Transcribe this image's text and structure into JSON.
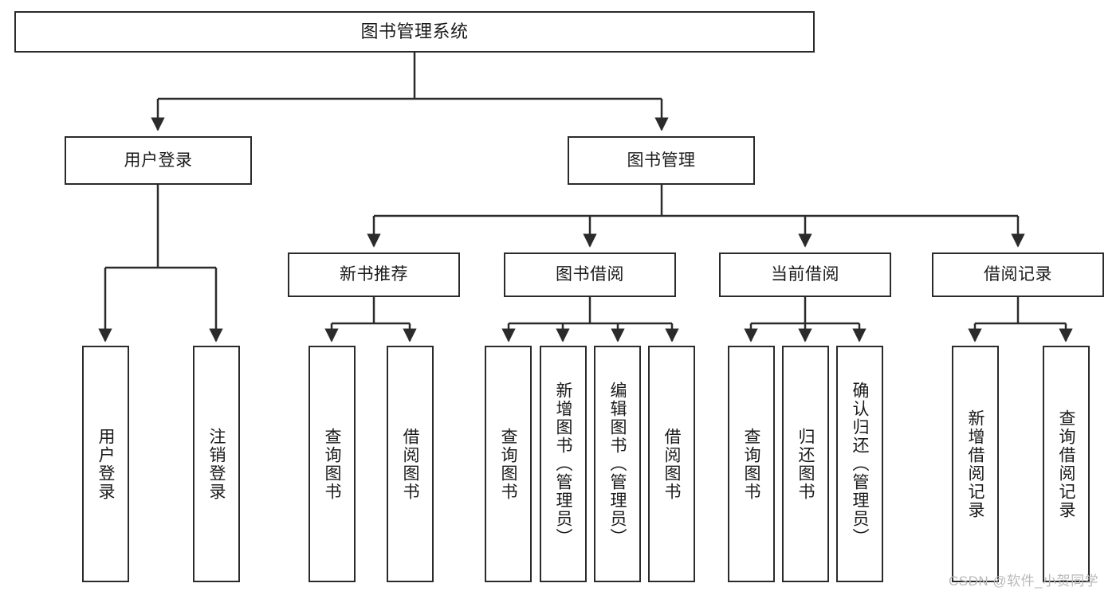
{
  "diagram": {
    "title": "图书管理系统",
    "type": "tree-hierarchy",
    "watermark": "CSDN @软件_小贺同学",
    "colors": {
      "stroke": "#2b2b2b",
      "fill": "#ffffff",
      "text": "#1a1a1a",
      "watermark": "#b9b9b9"
    },
    "root": {
      "label": "图书管理系统"
    },
    "level1": [
      {
        "label": "用户登录"
      },
      {
        "label": "图书管理"
      }
    ],
    "level2": [
      {
        "label": "新书推荐"
      },
      {
        "label": "图书借阅"
      },
      {
        "label": "当前借阅"
      },
      {
        "label": "借阅记录"
      }
    ],
    "leaves": {
      "user_login": [
        {
          "label": "用户登录"
        },
        {
          "label": "注销登录"
        }
      ],
      "new_book_recommend": [
        {
          "label": "查询图书"
        },
        {
          "label": "借阅图书"
        }
      ],
      "book_borrow": [
        {
          "label": "查询图书"
        },
        {
          "label": "新增图书（管理员）"
        },
        {
          "label": "编辑图书（管理员）"
        },
        {
          "label": "借阅图书"
        }
      ],
      "current_borrow": [
        {
          "label": "查询图书"
        },
        {
          "label": "归还图书"
        },
        {
          "label": "确认归还（管理员）"
        }
      ],
      "borrow_record": [
        {
          "label": "新增借阅记录"
        },
        {
          "label": "查询借阅记录"
        }
      ]
    }
  }
}
